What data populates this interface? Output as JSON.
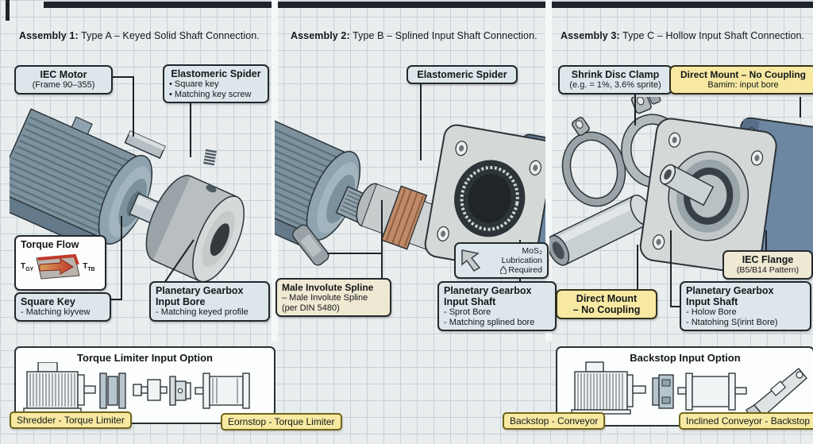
{
  "assemblies": [
    {
      "title_bold": "Assembly 1:",
      "title_rest": " Type A – Keyed Solid Shaft Connection.",
      "boxes": {
        "iec_motor": {
          "title": "IEC Motor",
          "subtitle": "(Frame 90–355)"
        },
        "elastomeric_spider": {
          "title": "Elastomeric Spider",
          "line1": "• Square key",
          "line2": "• Matching key screw"
        },
        "torque_flow": {
          "title": "Torque Flow",
          "left_main": "T",
          "left_sub": "GY",
          "right_main": "T",
          "right_sub": "TB"
        },
        "square_key": {
          "title": "Square Key",
          "line1": "- Matching kiyvew"
        },
        "planetary": {
          "title_line1": "Planetary Gearbox",
          "title_line2": "Input Bore",
          "line1": "- Matching keyed profile"
        }
      }
    },
    {
      "title_bold": "Assembly 2:",
      "title_rest": " Type B – Splined Input Shaft Connection.",
      "boxes": {
        "elastomeric_spider": {
          "title": "Elastomeric Spider"
        },
        "male_spline": {
          "title": "Male Involute Spline",
          "line1": "– Male Involute Spline",
          "line2": "(per DIN 5480)"
        },
        "mos2": {
          "line1": "MoS₂",
          "line2": "Lubrication",
          "line3": "Required"
        },
        "planetary": {
          "title_line1": "Planetary Gearbox",
          "title_line2": "Input Shaft",
          "line1": "- Sprot Bore",
          "line2": "- Matching splined bore"
        }
      }
    },
    {
      "title_bold": "Assembly 3:",
      "title_rest": " Type C – Hollow Input Shaft Connection.",
      "boxes": {
        "shrink_disc": {
          "title": "Shrink Disc Clamp",
          "subtitle": "(e.g. = 1%, 3.6% sprite)"
        },
        "direct_mount_top": {
          "title": "Direct Mount – No Coupling",
          "subtitle": "Bamim: input bore"
        },
        "direct_mount_bottom": {
          "line1": "Direct Mount",
          "line2": "– No Coupling"
        },
        "iec_flange": {
          "title": "IEC Flange",
          "subtitle": "(B5/B14 Pattern)"
        },
        "planetary": {
          "title_line1": "Planetary Gearbox",
          "title_line2": "Input Shaft",
          "line1": "- Holow Bore",
          "line2": "- Ntatohing S(irint Bore)"
        }
      }
    }
  ],
  "options": [
    {
      "title": "Torque Limiter Input Option",
      "tag_left": "Shredder - Torque Limiter",
      "tag_right": "Eornstop - Torque Limiter"
    },
    {
      "title": "Backstop Input Option",
      "tag_left": "Backstop - Conveyor",
      "tag_right": "Inclined Conveyor - Backstop"
    }
  ],
  "colors": {
    "accent_yellow": "#f7e9a1",
    "box_steel": "#dde6ea",
    "box_beige": "#efe8d2",
    "arrow_red": "#c0392b",
    "motor_steel": "#7d929e",
    "gearbox_blue": "#6d86a2",
    "elastomer_tan": "#bf8a68"
  }
}
